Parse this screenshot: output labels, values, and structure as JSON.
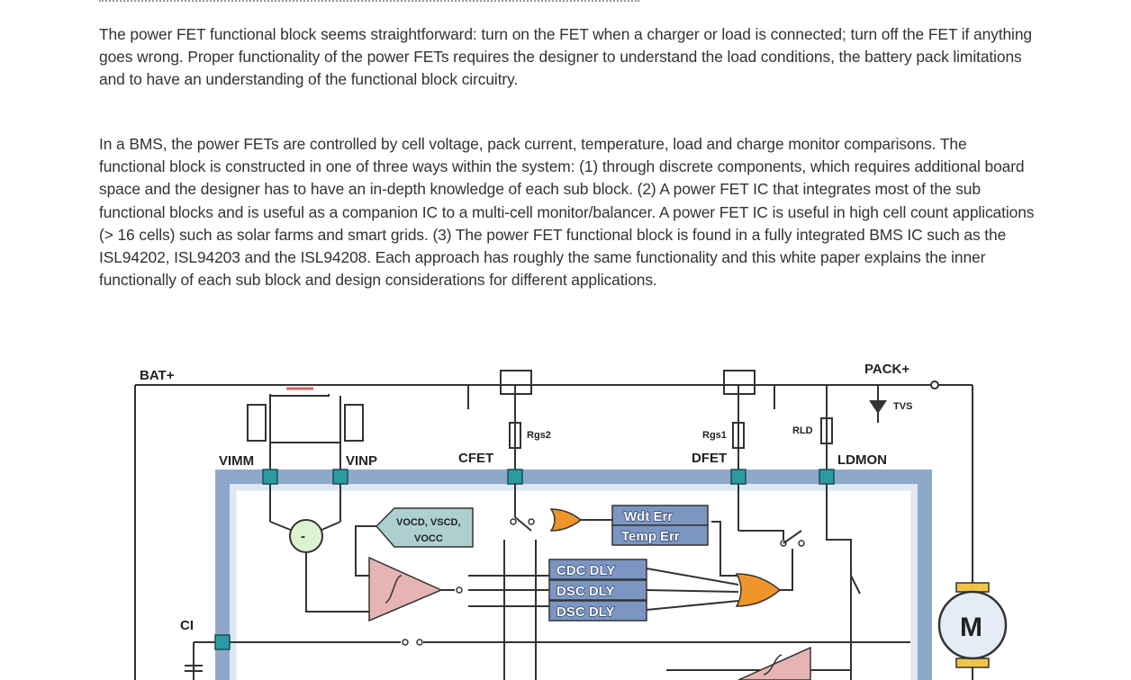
{
  "document": {
    "paragraphs": [
      "The power FET functional block seems straightforward: turn on the FET when a charger or load is connected; turn off the FET if anything goes wrong. Proper functionality of the power FETs requires the designer to understand the load conditions, the battery pack limitations and to have an understanding of the functional block circuitry.",
      "In a BMS, the power FETs are controlled by cell voltage, pack current, temperature, load and charge monitor comparisons. The functional block is constructed in one of three ways within the system: (1) through discrete components, which requires additional board space and the designer has to have an in-depth knowledge of each sub block. (2) A power FET IC that integrates most of the sub functional blocks and is useful as a companion IC to a multi-cell monitor/balancer. A power FET IC is useful in high cell count applications (> 16 cells) such as solar farms and smart grids. (3) The power FET functional block is found in a fully integrated BMS IC such as the ISL94202, ISL94203 and the ISL94208. Each approach has roughly the same functionality and this white paper explains the inner functionally of each sub block and design considerations for different applications."
    ]
  },
  "diagram": {
    "nodes": {
      "bat_plus": "BAT+",
      "pack_plus": "PACK+",
      "vimm": "VIMM",
      "vinp": "VINP",
      "cfet": "CFET",
      "dfet": "DFET",
      "ldmon": "LDMON",
      "ci": "CI"
    },
    "components": {
      "r_gs_charge": "Rgs2",
      "r_gs_discharge": "Rgs1",
      "r_ld": "RLD",
      "tvs": "TVS",
      "motor": "M"
    },
    "blocks": {
      "threshold_line1": "VOCD, VSCD,",
      "threshold_line2": "VOCC",
      "watchdog": "Wdt Err",
      "temp": "Temp Err",
      "cdc_dly": "CDC DLY",
      "dsc_dly_1": "DSC DLY",
      "dsc_dly_2": "DSC DLY"
    },
    "colors": {
      "ic_border": "#8ea8cc",
      "delay_block": "#7b96c3",
      "comparator": "#e6b5b3",
      "threshold_block": "#aecfd0",
      "logic_gate": "#f0952c",
      "pin": "#2c9aa3",
      "sense_amp": "#dff2cf",
      "motor_cap": "#f0c44a"
    }
  }
}
